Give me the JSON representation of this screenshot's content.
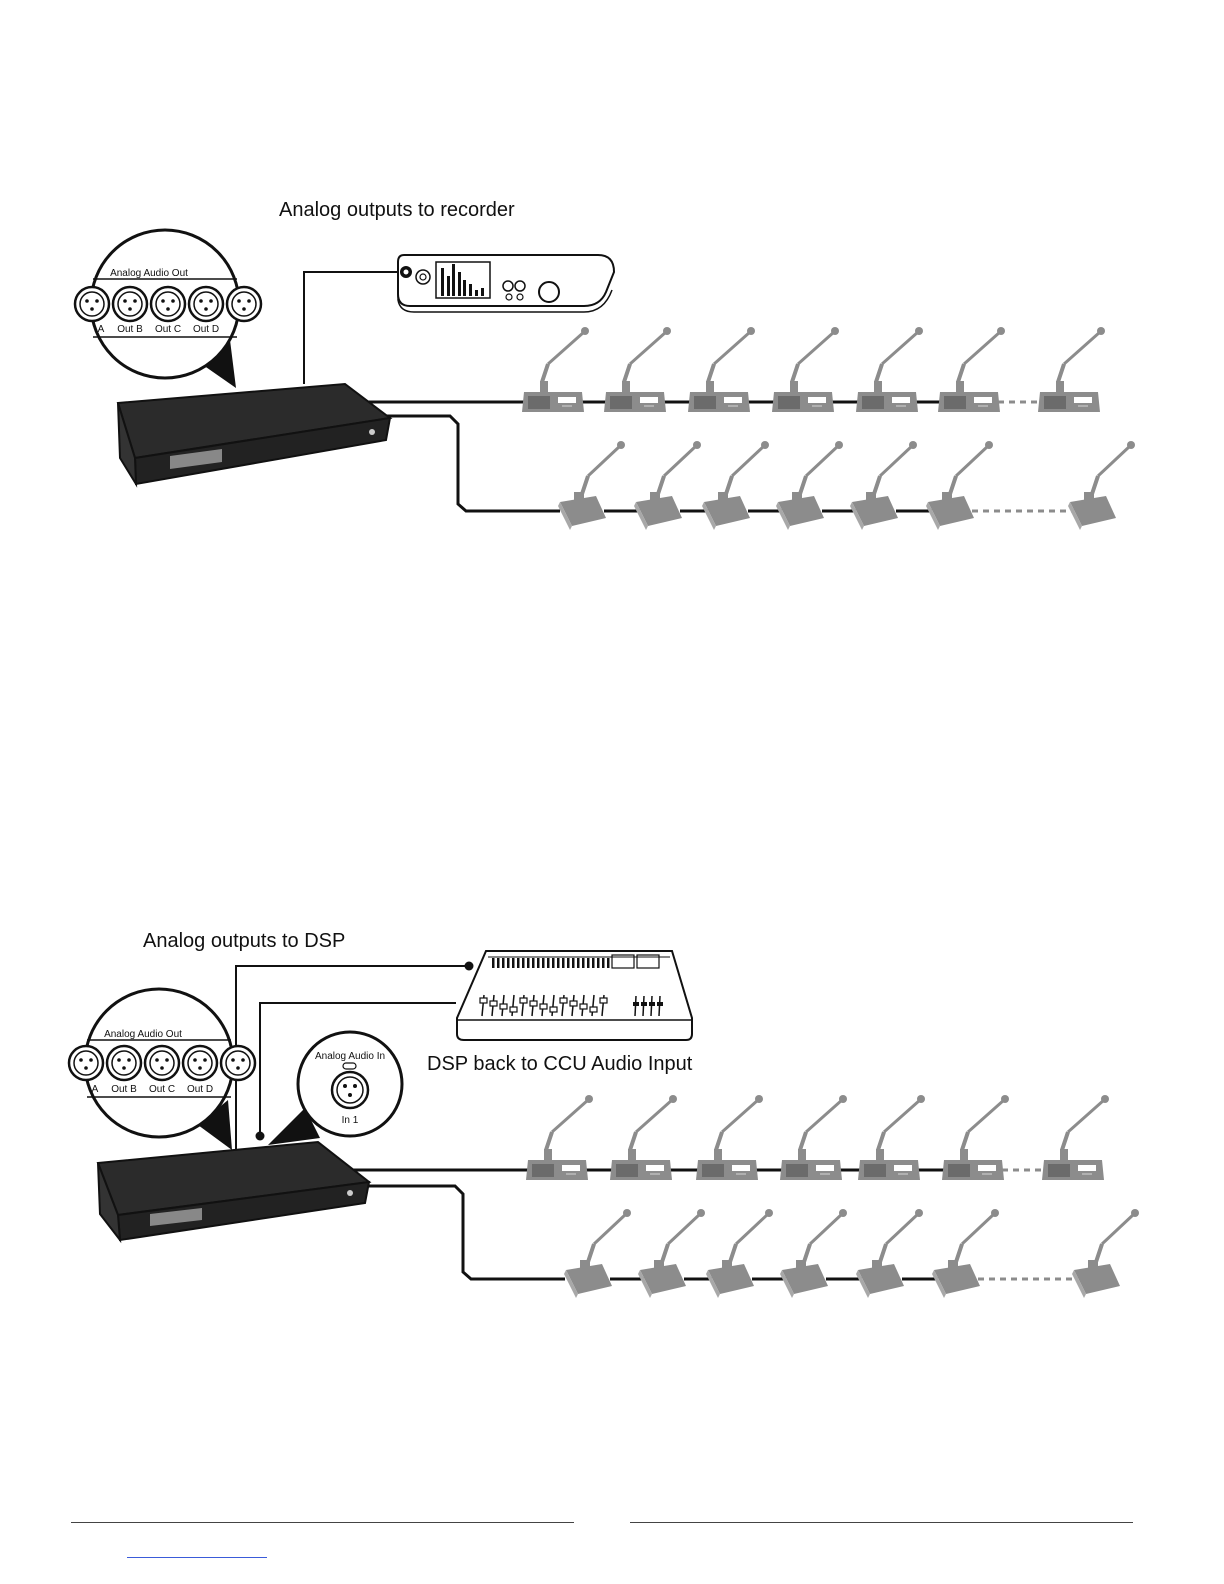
{
  "diagram1": {
    "caption": "Analog outputs to recorder",
    "zoom_title": "Analog Audio Out",
    "ports": [
      "A",
      "Out B",
      "Out C",
      "Out D"
    ]
  },
  "diagram2": {
    "caption_outputs": "Analog outputs to DSP",
    "caption_return": "DSP back to CCU Audio Input",
    "zoom_out_title": "Analog Audio Out",
    "ports": [
      "A",
      "Out B",
      "Out C",
      "Out D"
    ],
    "zoom_in_title": "Analog Audio In",
    "input_port": "In 1"
  },
  "colors": {
    "device": "#2b2b2b",
    "unit": "#8c8c8c",
    "line": "#111111",
    "dashed": "#8c8c8c"
  }
}
